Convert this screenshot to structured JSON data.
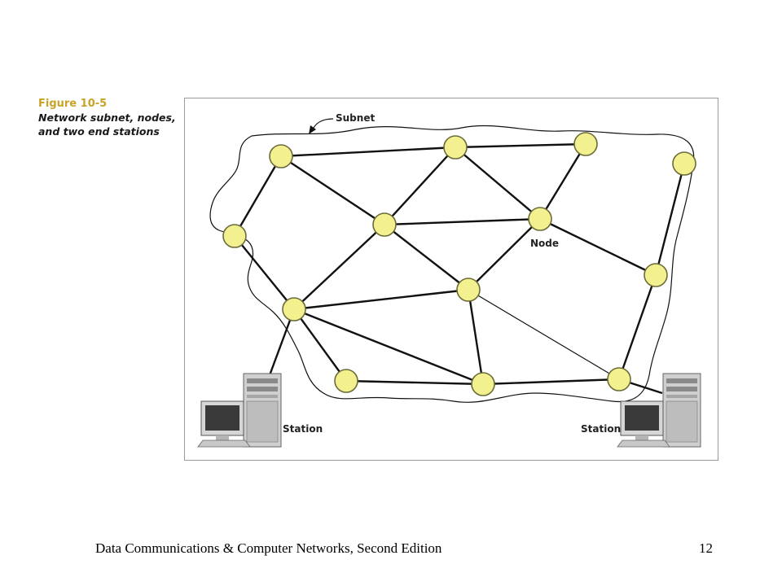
{
  "figure": {
    "number": "Figure 10-5",
    "title_line1": "Network subnet, nodes,",
    "title_line2": "and two end stations"
  },
  "diagram": {
    "subnet_label": "Subnet",
    "node_label": "Node",
    "station_left_label": "Station",
    "station_right_label": "Station",
    "node_color": "#f2f08f",
    "node_stroke": "#6b6b3a"
  },
  "footer": {
    "text": "Data Communications & Computer Networks, Second Edition",
    "page_number": "12"
  }
}
